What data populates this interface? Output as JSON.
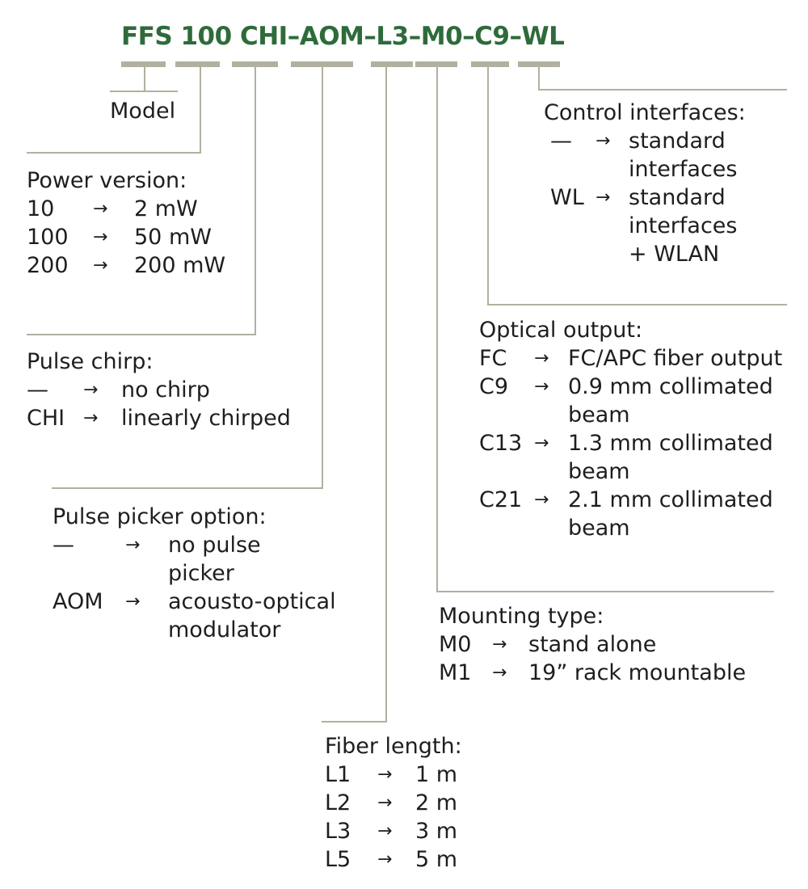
{
  "colors": {
    "title": "#2e6b3a",
    "line": "#b2b09e",
    "text": "#1e1e1e"
  },
  "code": "FFS 100 CHI–AOM–L3–M0–C9–WL",
  "model": {
    "label": "Model"
  },
  "power": {
    "title": "Power version:",
    "rows": [
      {
        "code": "10",
        "arrow": "→",
        "value": "2 mW"
      },
      {
        "code": "100",
        "arrow": "→",
        "value": "50 mW"
      },
      {
        "code": "200",
        "arrow": "→",
        "value": "200 mW"
      }
    ]
  },
  "chirp": {
    "title": "Pulse chirp:",
    "rows": [
      {
        "code": "—",
        "arrow": "→",
        "value": "no chirp"
      },
      {
        "code": "CHI",
        "arrow": "→",
        "value": "linearly chirped"
      }
    ]
  },
  "picker": {
    "title": "Pulse picker option:",
    "rows": [
      {
        "code": "—",
        "arrow": "→",
        "value": "no pulse"
      },
      {
        "code": "",
        "arrow": "",
        "value": "picker"
      },
      {
        "code": "AOM",
        "arrow": "→",
        "value": "acousto-optical"
      },
      {
        "code": "",
        "arrow": "",
        "value": "modulator"
      }
    ]
  },
  "fiber": {
    "title": "Fiber length:",
    "rows": [
      {
        "code": "L1",
        "arrow": "→",
        "value": "1 m"
      },
      {
        "code": "L2",
        "arrow": "→",
        "value": "2 m"
      },
      {
        "code": "L3",
        "arrow": "→",
        "value": "3 m"
      },
      {
        "code": "L5",
        "arrow": "→",
        "value": "5 m"
      }
    ]
  },
  "mounting": {
    "title": "Mounting type:",
    "rows": [
      {
        "code": "M0",
        "arrow": "→",
        "value": "stand alone"
      },
      {
        "code": "M1",
        "arrow": "→",
        "value": "19” rack mountable"
      }
    ]
  },
  "optical": {
    "title": "Optical output:",
    "rows": [
      {
        "code": "FC",
        "arrow": "→",
        "value": "FC/APC fiber output"
      },
      {
        "code": "C9",
        "arrow": "→",
        "value": "0.9 mm collimated"
      },
      {
        "code": "",
        "arrow": "",
        "value": "beam"
      },
      {
        "code": "C13",
        "arrow": "→",
        "value": "1.3 mm collimated"
      },
      {
        "code": "",
        "arrow": "",
        "value": "beam"
      },
      {
        "code": "C21",
        "arrow": "→",
        "value": "2.1 mm collimated"
      },
      {
        "code": "",
        "arrow": "",
        "value": "beam"
      }
    ]
  },
  "control": {
    "title": "Control interfaces:",
    "rows": [
      {
        "code": "—",
        "arrow": "→",
        "value": "standard"
      },
      {
        "code": "",
        "arrow": "",
        "value": "interfaces"
      },
      {
        "code": "WL",
        "arrow": "→",
        "value": "standard"
      },
      {
        "code": "",
        "arrow": "",
        "value": "interfaces"
      },
      {
        "code": "",
        "arrow": "",
        "value": "+ WLAN"
      }
    ]
  }
}
